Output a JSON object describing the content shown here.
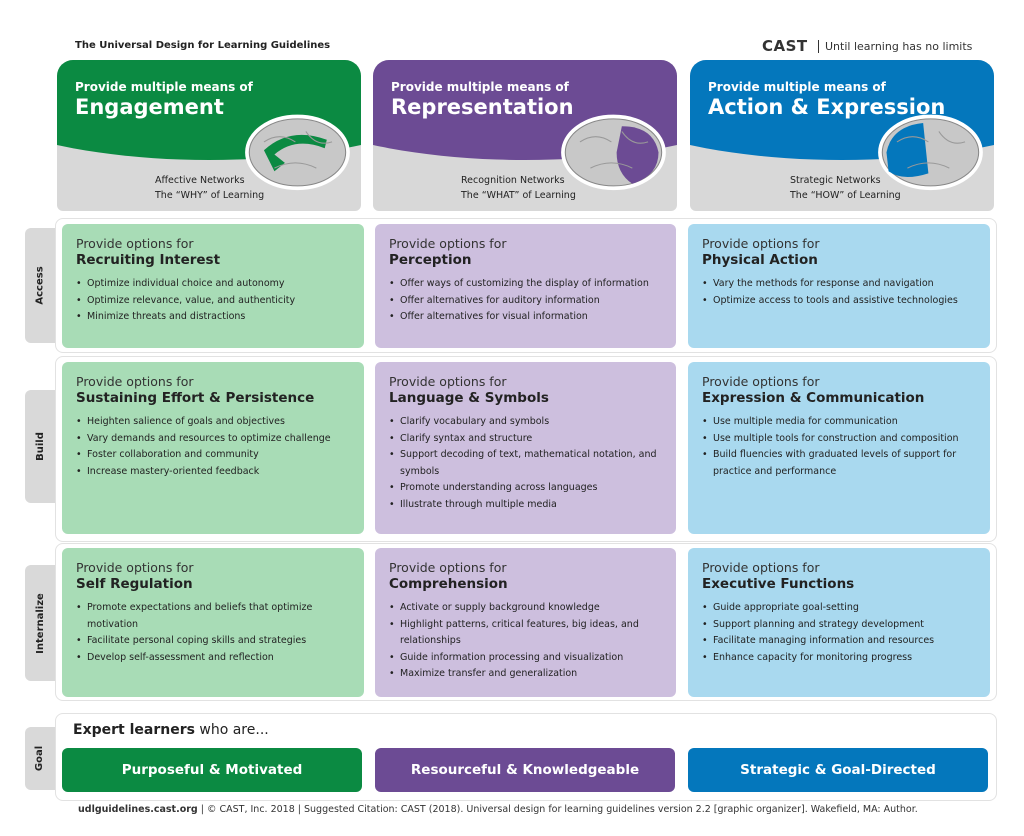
{
  "title": "The Universal Design for Learning Guidelines",
  "brand": {
    "name": "CAST",
    "tagline": "Until learning has no limits"
  },
  "colors": {
    "engagement": "#0b8a42",
    "representation": "#6c4b94",
    "action": "#0477bc"
  },
  "principles": [
    {
      "sub": "Provide multiple means of",
      "name": "Engagement",
      "network": "Affective Networks",
      "why": "The “WHY” of Learning"
    },
    {
      "sub": "Provide multiple means of",
      "name": "Representation",
      "network": "Recognition Networks",
      "why": "The “WHAT” of Learning"
    },
    {
      "sub": "Provide multiple means of",
      "name": "Action & Expression",
      "network": "Strategic Networks",
      "why": "The “HOW” of Learning"
    }
  ],
  "rows": [
    "Access",
    "Build",
    "Internalize",
    "Goal"
  ],
  "prefix": "Provide options for",
  "cells": [
    [
      {
        "name": "Recruiting Interest",
        "items": [
          "Optimize individual choice and autonomy",
          "Optimize relevance, value, and authenticity",
          "Minimize threats and distractions"
        ]
      },
      {
        "name": "Perception",
        "items": [
          "Offer ways of customizing the display of information",
          "Offer alternatives for auditory information",
          "Offer alternatives for visual information"
        ]
      },
      {
        "name": "Physical Action",
        "items": [
          "Vary the methods for response and navigation",
          "Optimize access to tools and assistive technologies"
        ]
      }
    ],
    [
      {
        "name": "Sustaining Effort & Persistence",
        "items": [
          "Heighten salience of goals and objectives",
          "Vary demands and resources to optimize challenge",
          "Foster collaboration and community",
          "Increase mastery-oriented feedback"
        ]
      },
      {
        "name": "Language & Symbols",
        "items": [
          "Clarify vocabulary and symbols",
          "Clarify syntax and structure",
          "Support decoding of text, mathematical notation, and symbols",
          "Promote understanding across languages",
          "Illustrate through multiple media"
        ]
      },
      {
        "name": "Expression & Communication",
        "items": [
          "Use multiple media for communication",
          "Use multiple tools for construction and composition",
          "Build fluencies with graduated levels of support for practice and performance"
        ]
      }
    ],
    [
      {
        "name": "Self Regulation",
        "items": [
          "Promote expectations and beliefs that optimize motivation",
          "Facilitate personal coping skills and strategies",
          "Develop self-assessment and reflection"
        ]
      },
      {
        "name": "Comprehension",
        "items": [
          "Activate or supply background knowledge",
          "Highlight patterns, critical features, big ideas, and relationships",
          "Guide information processing and visualization",
          "Maximize transfer and generalization"
        ]
      },
      {
        "name": "Executive Functions",
        "items": [
          "Guide appropriate goal-setting",
          "Support planning and strategy development",
          "Facilitate managing information and resources",
          "Enhance capacity for monitoring progress"
        ]
      }
    ]
  ],
  "goal": {
    "bold": "Expert learners",
    "rest": " who are...",
    "items": [
      "Purposeful & Motivated",
      "Resourceful & Knowledgeable",
      "Strategic & Goal-Directed"
    ]
  },
  "footer": {
    "site": "udlguidelines.cast.org",
    "rest": " | © CAST, Inc. 2018  |  Suggested Citation: CAST (2018). Universal design for learning guidelines version 2.2 [graphic organizer]. Wakefield, MA: Author."
  }
}
